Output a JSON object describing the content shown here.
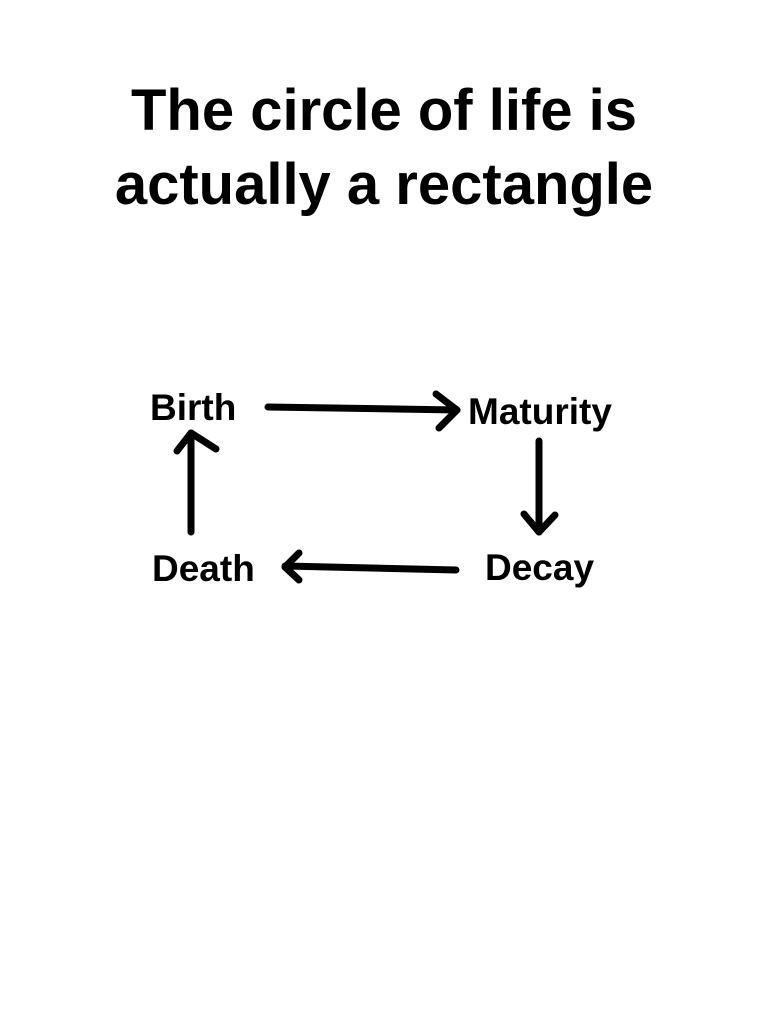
{
  "title_lines": [
    "The circle of life is",
    "actually a rectangle"
  ],
  "nodes": {
    "birth": "Birth",
    "maturity": "Maturity",
    "decay": "Decay",
    "death": "Death"
  },
  "edges": [
    {
      "from": "Birth",
      "to": "Maturity"
    },
    {
      "from": "Maturity",
      "to": "Decay"
    },
    {
      "from": "Decay",
      "to": "Death"
    },
    {
      "from": "Death",
      "to": "Birth"
    }
  ]
}
